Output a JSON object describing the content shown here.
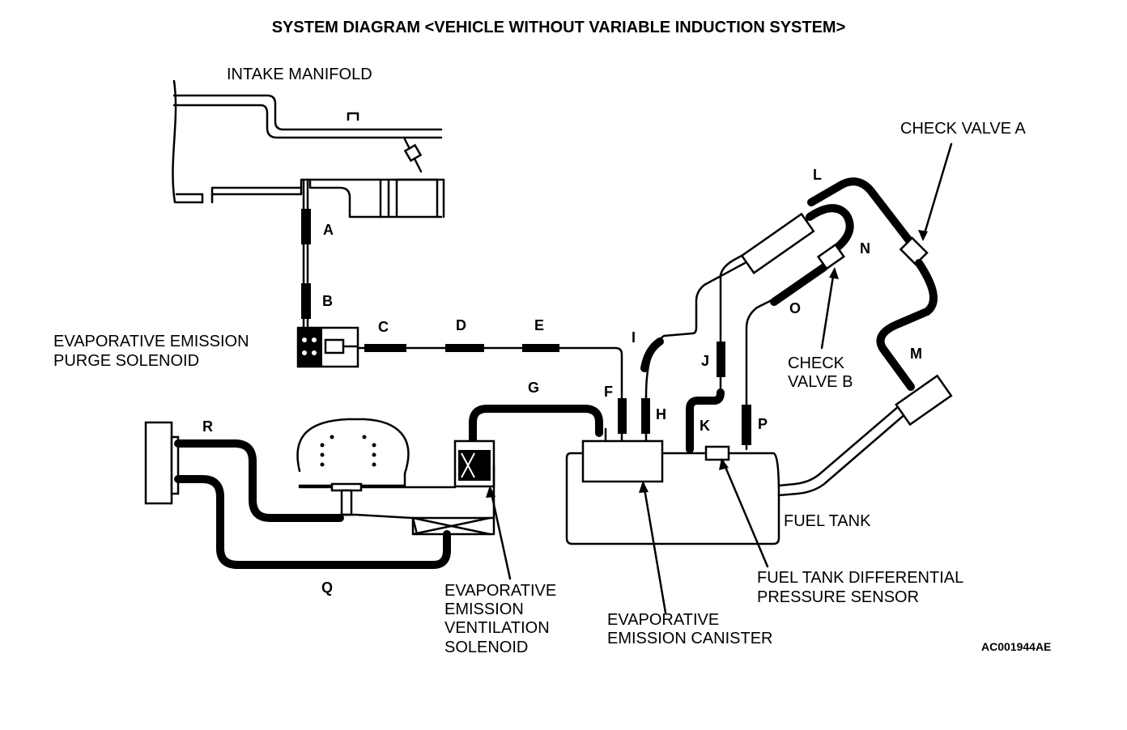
{
  "title": "SYSTEM DIAGRAM <VEHICLE WITHOUT VARIABLE INDUCTION SYSTEM>",
  "figure_code": "AC001944AE",
  "components": {
    "intake_manifold": "INTAKE MANIFOLD",
    "purge_solenoid": [
      "EVAPORATIVE EMISSION",
      "PURGE SOLENOID"
    ],
    "ventilation_solenoid": [
      "EVAPORATIVE",
      "EMISSION",
      "VENTILATION",
      "SOLENOID"
    ],
    "canister": [
      "EVAPORATIVE",
      "EMISSION CANISTER"
    ],
    "pressure_sensor": [
      "FUEL TANK DIFFERENTIAL",
      "PRESSURE SENSOR"
    ],
    "fuel_tank": "FUEL TANK",
    "check_valve_a": "CHECK VALVE A",
    "check_valve_b": [
      "CHECK",
      "VALVE B"
    ]
  },
  "hoses": [
    "A",
    "B",
    "C",
    "D",
    "E",
    "F",
    "G",
    "H",
    "I",
    "J",
    "K",
    "L",
    "M",
    "N",
    "O",
    "P",
    "Q",
    "R"
  ],
  "colors": {
    "line": "#000000",
    "background": "#ffffff"
  }
}
